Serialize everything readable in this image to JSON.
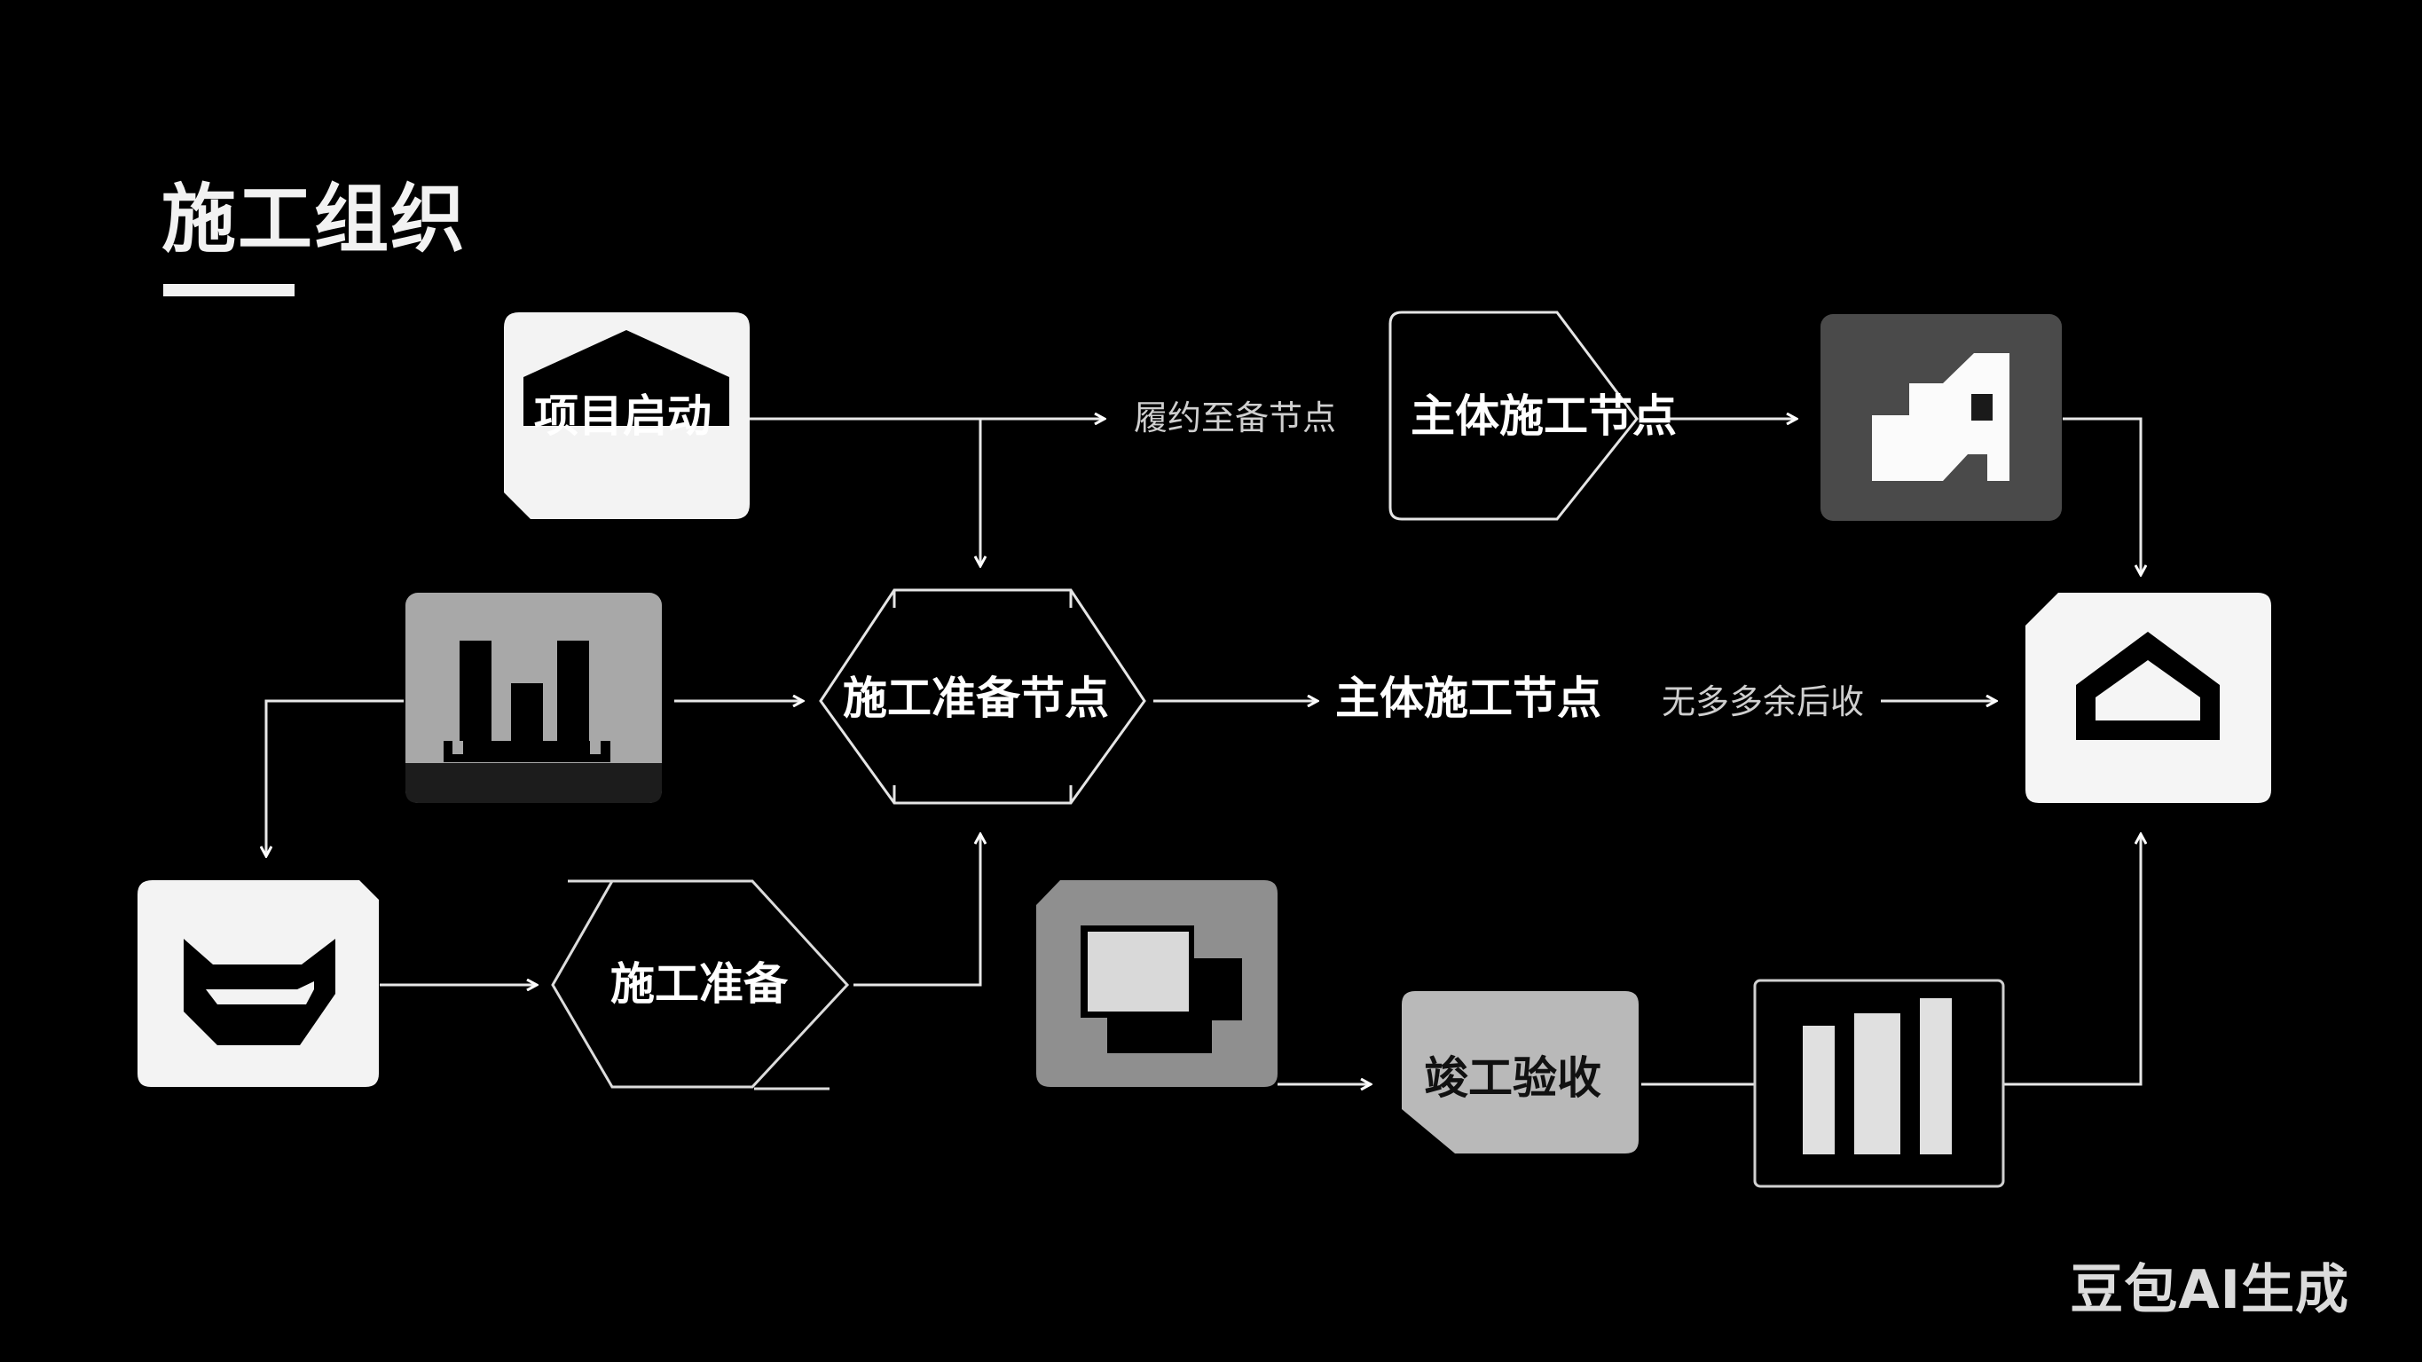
{
  "title": "施工组织",
  "nodes": {
    "project_start": "项目启动",
    "prep_node": "施工准备节点",
    "main_node_center": "主体施工节点",
    "main_node_top": "主体施工节点",
    "construction_prep": "施工准备",
    "completion": "竣工验收"
  },
  "edge_labels": {
    "top_edge": "履约至备节点",
    "mid_edge": "无多多余后收"
  },
  "icons": {
    "project_start": "house-icon",
    "chart_left": "bar-chart-icon",
    "tray": "tray-icon",
    "building": "building-icon",
    "home_end": "home-icon",
    "window": "window-icon",
    "bars_bottom": "bar-chart-icon"
  },
  "watermark": "豆包AI生成"
}
